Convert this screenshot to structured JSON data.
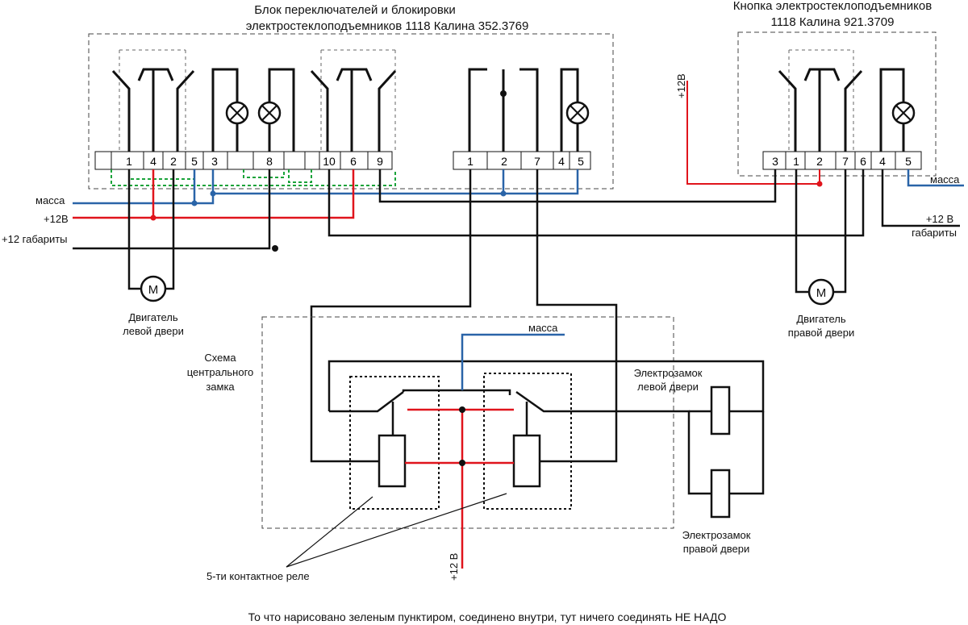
{
  "colors": {
    "wire": "#111111",
    "red": "#e0141c",
    "blue": "#2a64a8",
    "green": "#1aa33a",
    "dash": "#444444"
  },
  "left_block": {
    "title_line1": "Блок переключателей и блокировки",
    "title_line2": "электростеклоподъемников 1118 Калина 352.3769",
    "pins": [
      "1",
      "4",
      "2",
      "5",
      "3",
      "8",
      "10",
      "6",
      "9",
      "1",
      "2",
      "7",
      "4",
      "5"
    ]
  },
  "right_block": {
    "title_line1": "Кнопка электростеклоподъемников",
    "title_line2": "1118 Калина 921.3709",
    "pins": [
      "3",
      "1",
      "2",
      "7",
      "6",
      "4",
      "5"
    ]
  },
  "labels": {
    "ground_left": "масса",
    "plus12_left": "+12В",
    "marker_left": "+12 габариты",
    "motor_symbol": "M",
    "motor_left_1": "Двигатель",
    "motor_left_2": "левой двери",
    "motor_right_1": "Двигатель",
    "motor_right_2": "правой двери",
    "plus12_right_vertical": "+12В",
    "ground_right": "масса",
    "marker_right_1": "+12 В",
    "marker_right_2": "габариты",
    "central_lock_1": "Схема",
    "central_lock_2": "центрального",
    "central_lock_3": "замка",
    "ground_center": "масса",
    "lock_left_1": "Электрозамок",
    "lock_left_2": "левой двери",
    "lock_right_1": "Электрозамок",
    "lock_right_2": "правой двери",
    "relay_label": "5-ти контактное реле",
    "plus12_bottom": "+12 В",
    "footer_note": "То что нарисовано зеленым пунктиром, соединено внутри, тут ничего соединять НЕ НАДО"
  }
}
